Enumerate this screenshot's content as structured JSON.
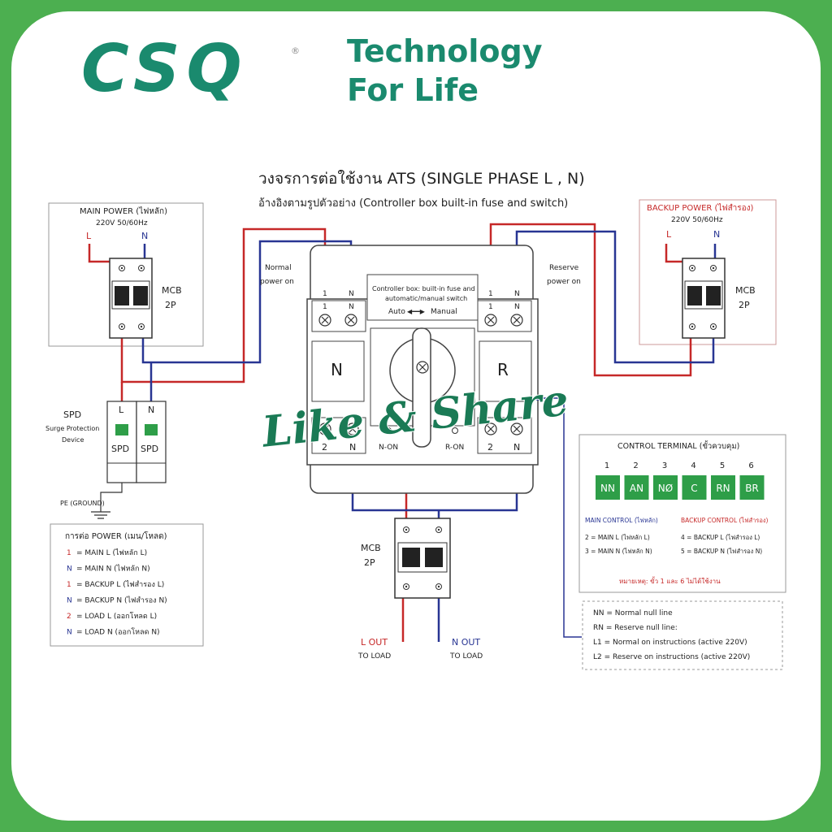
{
  "brand": {
    "logo": "CSQ",
    "mark": "®",
    "tagline1": "Technology",
    "tagline2": "For Life",
    "color": "#1a8a6e"
  },
  "title": "วงจรการต่อใช้งาน ATS (SINGLE PHASE L , N)",
  "subtitle": "อ้างอิงตามรูปตัวอย่าง  (Controller box built-in fuse and switch)",
  "main_power": {
    "title": "MAIN POWER (ไฟหลัก)",
    "spec": "220V 50/60Hz",
    "l": "L",
    "n": "N",
    "mcb": "MCB",
    "poles": "2P"
  },
  "backup_power": {
    "title": "BACKUP POWER (ไฟสำรอง)",
    "spec": "220V 50/60Hz",
    "l": "L",
    "n": "N",
    "mcb": "MCB",
    "poles": "2P"
  },
  "labels": {
    "normal1": "Normal",
    "normal2": "power on",
    "reserve1": "Reserve",
    "reserve2": "power on"
  },
  "ats": {
    "controller1": "Controller box:  built-in fuse and",
    "controller2": "automatic/manual switch",
    "auto": "Auto",
    "arrow": "◀━━▶",
    "manual": "Manual",
    "n": "N",
    "r": "R",
    "non": "N-ON",
    "ron": "R-ON",
    "t1": "1",
    "tn": "N",
    "t2": "2"
  },
  "spd": {
    "title": "SPD",
    "desc1": "Surge Protection",
    "desc2": "Device",
    "l": "L",
    "n": "N",
    "unit": "SPD",
    "pe": "PE (GROUND)"
  },
  "load_mcb": {
    "mcb": "MCB",
    "poles": "2P",
    "lout": "L OUT",
    "nout": "N OUT",
    "to_load": "TO LOAD"
  },
  "watermark": "Like & Share",
  "connections": {
    "title": "การต่อ POWER (เมน/โหลด)",
    "rows": [
      {
        "k": "1",
        "v": "= MAIN L   (ไฟหลัก L)",
        "c": "#c62828"
      },
      {
        "k": "N",
        "v": "= MAIN N   (ไฟหลัก N)",
        "c": "#283593"
      },
      {
        "k": "1",
        "v": "= BACKUP L  (ไฟสำรอง L)",
        "c": "#c62828"
      },
      {
        "k": "N",
        "v": "= BACKUP N  (ไฟสำรอง N)",
        "c": "#283593"
      },
      {
        "k": "2",
        "v": "= LOAD L    (ออกโหลด L)",
        "c": "#c62828"
      },
      {
        "k": "N",
        "v": "= LOAD N   (ออกโหลด N)",
        "c": "#283593"
      }
    ]
  },
  "control": {
    "title": "CONTROL TERMINAL (ขั้วควบคุม)",
    "numbers": [
      "1",
      "2",
      "3",
      "4",
      "5",
      "6"
    ],
    "codes": [
      "NN",
      "AN",
      "NØ",
      "C",
      "RN",
      "BR"
    ],
    "main_title": "MAIN CONTROL (ไฟหลัก)",
    "backup_title": "BACKUP CONTROL (ไฟสำรอง)",
    "main_rows": [
      "2 = MAIN L  (ไฟหลัก L)",
      "3 = MAIN N  (ไฟหลัก N)"
    ],
    "backup_rows": [
      "4 = BACKUP L  (ไฟสำรอง L)",
      "5 = BACKUP N  (ไฟสำรอง N)"
    ],
    "note": "หมายเหตุ: ขั้ว 1 และ 6  ไม่ได้ใช้งาน"
  },
  "legend": [
    "NN = Normal null line",
    "RN = Reserve null line:",
    "L1 = Normal on instructions (active 220V)",
    "L2 = Reserve on instructions (active 220V)"
  ],
  "colors": {
    "red": "#c62828",
    "blue": "#283593",
    "green": "#2e9e48"
  }
}
